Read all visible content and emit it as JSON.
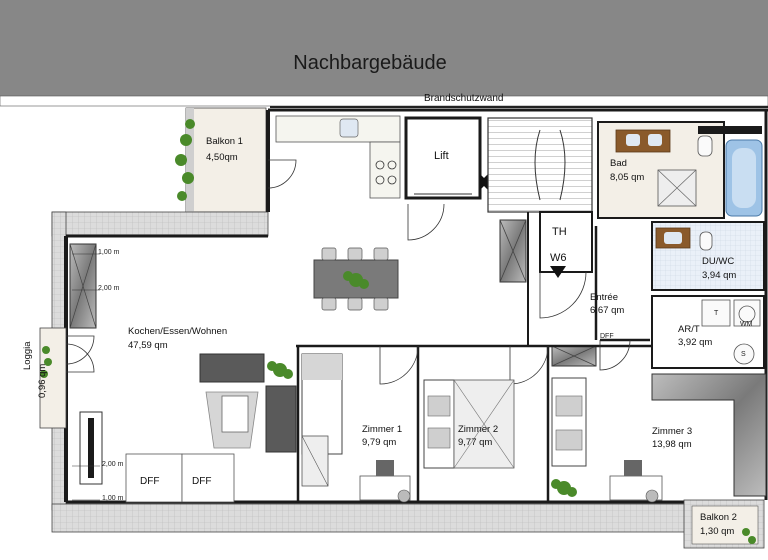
{
  "header": {
    "neighbor_building": "Nachbargebäude",
    "firewall": "Brandschutzwand"
  },
  "rooms": {
    "balkon1": {
      "name": "Balkon 1",
      "area": "4,50qm"
    },
    "lift": {
      "name": "Lift"
    },
    "bad": {
      "name": "Bad",
      "area": "8,05 qm"
    },
    "th": {
      "name": "TH"
    },
    "w6": {
      "name": "W6"
    },
    "duwc": {
      "name": "DU/WC",
      "area": "3,94 qm"
    },
    "entree": {
      "name": "Entrée",
      "area": "6,67 qm"
    },
    "art": {
      "name": "AR/T",
      "area": "3,92 qm"
    },
    "wohnen": {
      "name": "Kochen/Essen/Wohnen",
      "area": "47,59 qm"
    },
    "loggia": {
      "name": "Loggia",
      "area": "0,96 qm"
    },
    "zimmer1": {
      "name": "Zimmer 1",
      "area": "9,79 qm"
    },
    "zimmer2": {
      "name": "Zimmer 2",
      "area": "9,77 qm"
    },
    "zimmer3": {
      "name": "Zimmer 3",
      "area": "13,98 qm"
    },
    "balkon2": {
      "name": "Balkon 2",
      "area": "1,30 qm"
    }
  },
  "windows": {
    "dff1": "DFF",
    "dff2": "DFF",
    "dff3": "DFF"
  },
  "dimensions": {
    "d1": "1,00 m",
    "d2": "2,00 m",
    "d3": "2,00 m",
    "d4": "1,00 m"
  },
  "appliances": {
    "tumble": "T",
    "wm": "WM",
    "s": "S"
  },
  "colors": {
    "neighbor": "#878787",
    "wall": "#1a1a1a",
    "terrace": "#d8d8d8",
    "balcony": "#f2eee6",
    "tile": "#e8eef6",
    "plant": "#4a8a2a"
  }
}
